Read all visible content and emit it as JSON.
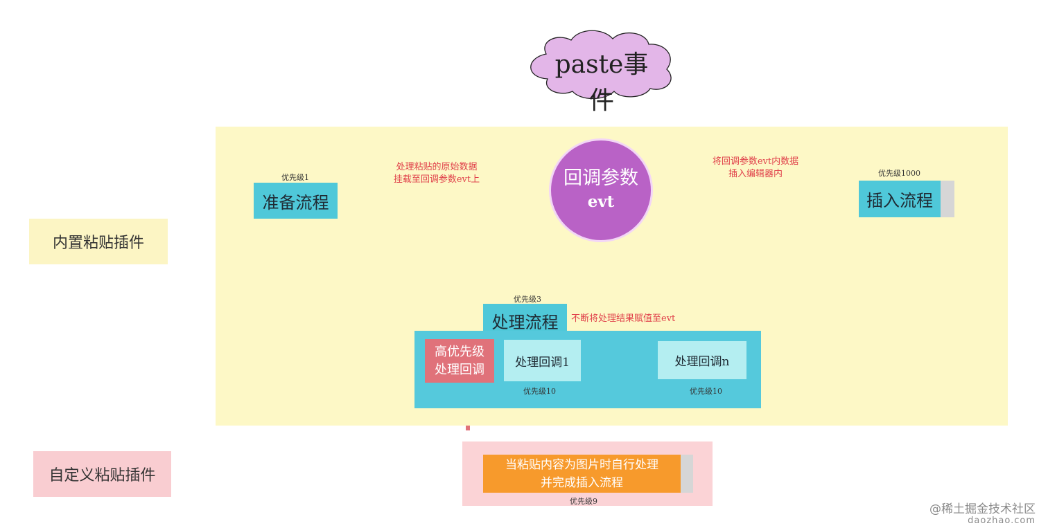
{
  "title": "paste事件",
  "side_labels": {
    "builtin": "内置粘贴插件",
    "custom": "自定义粘贴插件"
  },
  "prepare": {
    "priority": "优先级1",
    "label": "准备流程"
  },
  "arrow_prepare_note": {
    "line1": "处理粘贴的原始数据",
    "line2": "挂载至回调参数evt上"
  },
  "callback_param": {
    "line1": "回调参数",
    "line2": "evt"
  },
  "arrow_insert_note": {
    "line1": "将回调参数evt内数据",
    "line2": "插入编辑器内"
  },
  "insert": {
    "priority": "优先级1000",
    "label": "插入流程"
  },
  "process": {
    "priority": "优先级3",
    "label": "处理流程",
    "note": "不断将处理结果赋值至evt"
  },
  "high_priority_callback": {
    "line1": "高优先级",
    "line2": "处理回调"
  },
  "callback_1": {
    "label": "处理回调1",
    "priority": "优先级10"
  },
  "callback_n": {
    "label": "处理回调n",
    "priority": "优先级10"
  },
  "custom_handler": {
    "line1": "当粘贴内容为图片时自行处理",
    "line2": "并完成插入流程",
    "priority": "优先级9"
  },
  "watermark": {
    "line1": "@稀土掘金技术社区",
    "line2": "daozhao.com"
  },
  "colors": {
    "cyan": "#4fc8d9",
    "purple": "#b962c6",
    "cloud": "#e3b6e8",
    "yellow_panel": "#fdf8c6",
    "pink_panel": "#fbd3d6",
    "red_box": "#e0727a",
    "orange": "#f79a2c",
    "note_red": "#e0404a"
  }
}
